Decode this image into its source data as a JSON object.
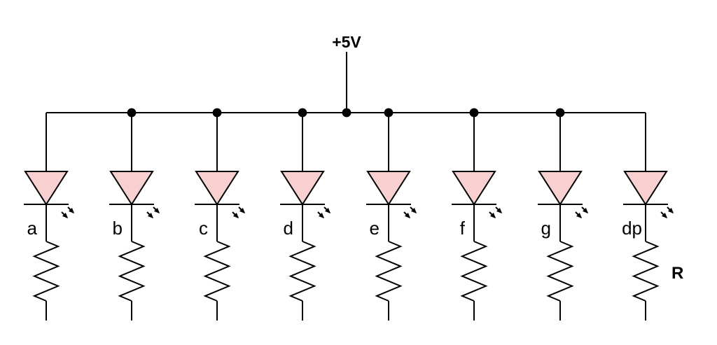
{
  "diagram": {
    "supply_label": "+5V",
    "resistor_label": "R",
    "segments": [
      {
        "label": "a"
      },
      {
        "label": "b"
      },
      {
        "label": "c"
      },
      {
        "label": "d"
      },
      {
        "label": "e"
      },
      {
        "label": "f"
      },
      {
        "label": "g"
      },
      {
        "label": "dp"
      }
    ],
    "colors": {
      "background": "#ffffff",
      "wire": "#000000",
      "led_fill": "#f8d0d0",
      "led_stroke": "#000000",
      "junction_dot": "#000000",
      "text": "#000000"
    }
  }
}
